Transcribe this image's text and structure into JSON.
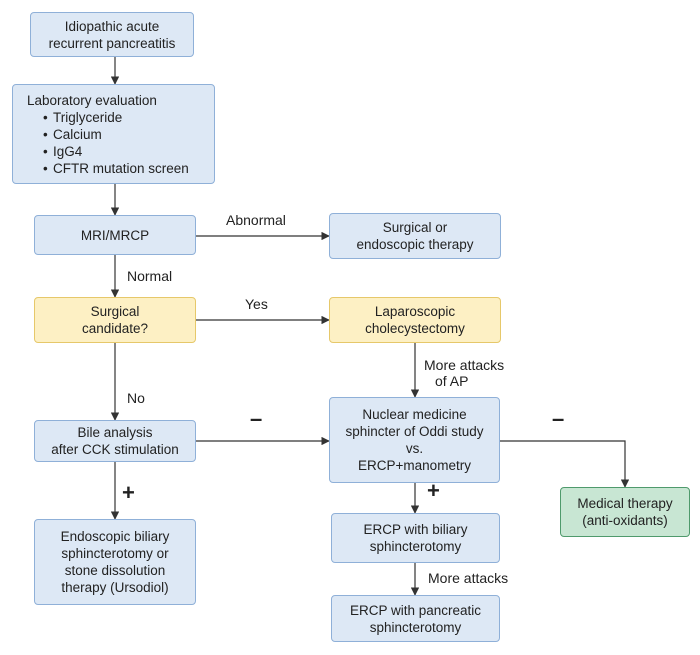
{
  "boxes": {
    "start": [
      "Idiopathic acute",
      "recurrent pancreatitis"
    ],
    "lab_title": "Laboratory evaluation",
    "lab_items": [
      "Triglyceride",
      "Calcium",
      "IgG4",
      "CFTR mutation screen"
    ],
    "mri": "MRI/MRCP",
    "surgical_endoscopic": [
      "Surgical or",
      "endoscopic therapy"
    ],
    "surgical_candidate": [
      "Surgical",
      "candidate?"
    ],
    "lap_chole": [
      "Laparoscopic",
      "cholecystectomy"
    ],
    "bile_analysis": [
      "Bile analysis",
      "after CCK stimulation"
    ],
    "nuclear": [
      "Nuclear medicine",
      "sphincter of Oddi study",
      "vs.",
      "ERCP+manometry"
    ],
    "medical_therapy": [
      "Medical therapy",
      "(anti-oxidants)"
    ],
    "endoscopic_biliary": [
      "Endoscopic biliary",
      "sphincterotomy or",
      "stone dissolution",
      "therapy (Ursodiol)"
    ],
    "ercp_biliary": [
      "ERCP with biliary",
      "sphincterotomy"
    ],
    "ercp_pancreatic": [
      "ERCP with pancreatic",
      "sphincterotomy"
    ]
  },
  "labels": {
    "abnormal": "Abnormal",
    "normal": "Normal",
    "yes": "Yes",
    "no": "No",
    "more_attacks_ap": [
      "More attacks",
      "of AP"
    ],
    "more_attacks": "More attacks",
    "minus_bile": "–",
    "minus_nuclear": "–",
    "plus_bile": "+",
    "plus_nuclear": "+"
  },
  "colors": {
    "blue_fill": "#dde8f5",
    "blue_border": "#8fb0d8",
    "yellow_fill": "#fdf0c4",
    "green_fill": "#c8e6d3",
    "arrow": "#333333"
  }
}
